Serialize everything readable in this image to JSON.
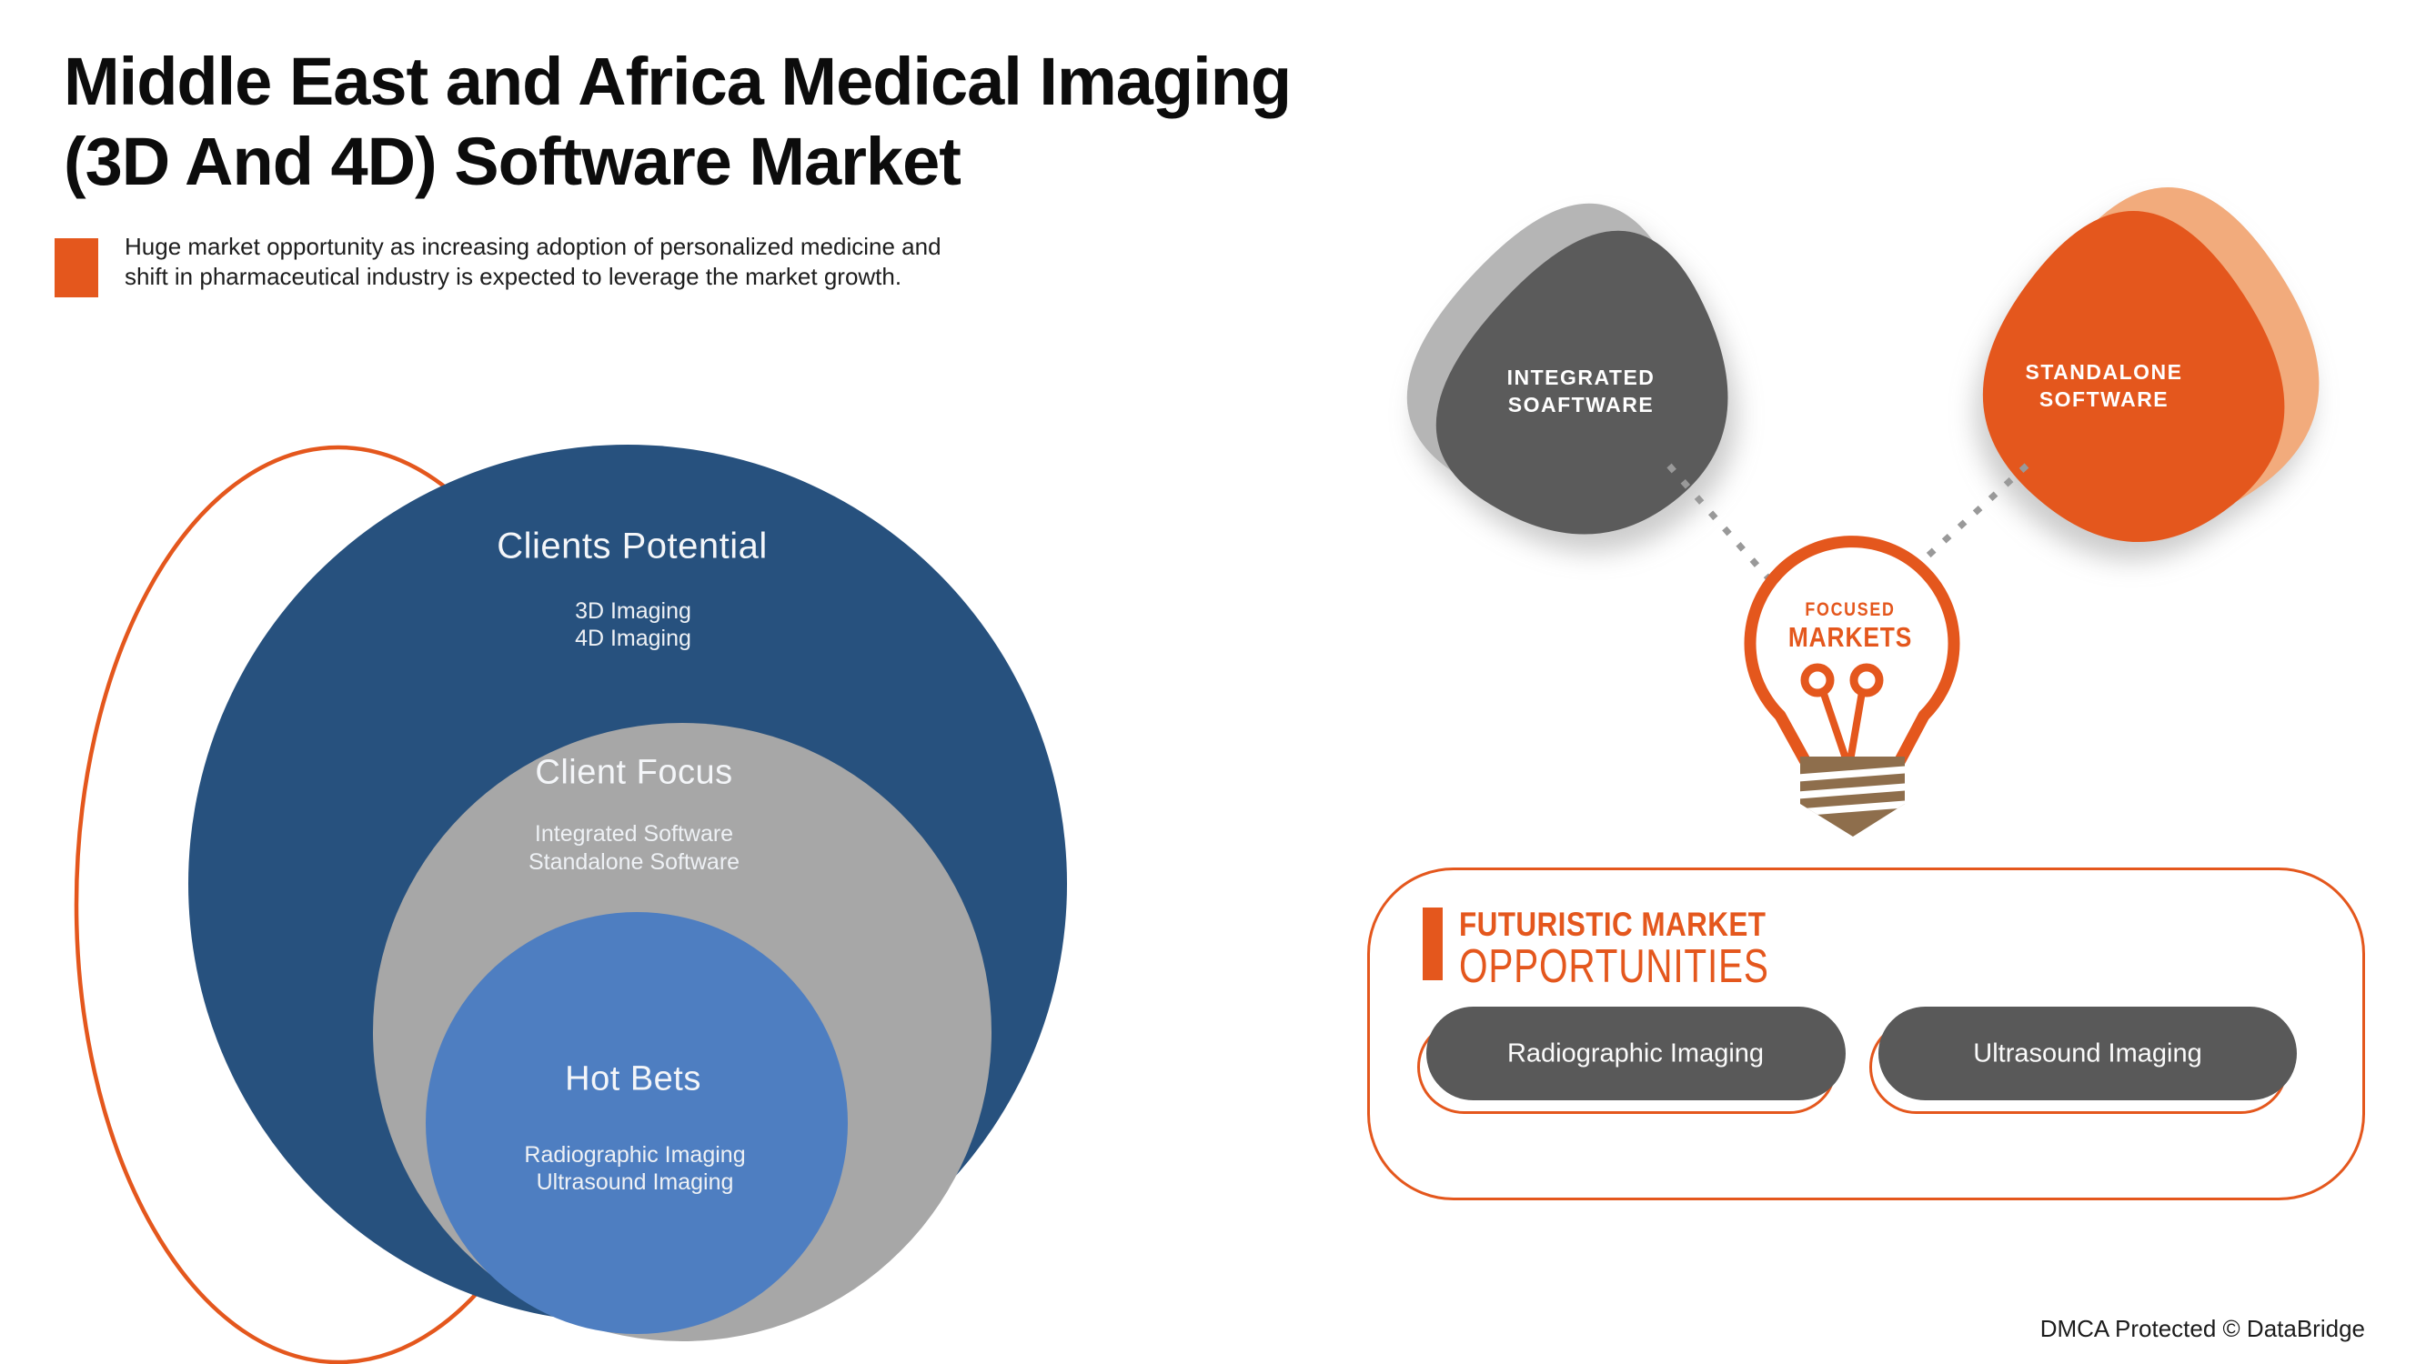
{
  "colors": {
    "orange": "#E4571D",
    "orange-light": "#F2AB7C",
    "blue": "#27517E",
    "gray": "#A7A7A7",
    "light-blue": "#4E7EC1",
    "blob-gray": "#5B5B5B",
    "shadow-gray": "#B5B5B5",
    "brown": "#8E6E4C",
    "dash": "#999999",
    "pill": "#595959",
    "ink": "#0C0C0C"
  },
  "header": {
    "title_line1": "Middle East and Africa Medical Imaging",
    "title_line2": "(3D And 4D) Software Market",
    "subtitle_line1": "Huge market opportunity as increasing adoption of personalized medicine and",
    "subtitle_line2": "shift in pharmaceutical industry is expected to leverage the market growth."
  },
  "venn": {
    "outer": {
      "title": "Clients Potential",
      "items": [
        "3D Imaging",
        "4D Imaging"
      ]
    },
    "middle": {
      "title": "Client Focus",
      "items": [
        "Integrated Software",
        "Standalone Software"
      ]
    },
    "inner": {
      "title": "Hot Bets",
      "items": [
        "Radiographic Imaging",
        "Ultrasound Imaging"
      ]
    }
  },
  "market_focus": {
    "left_shape": {
      "lines": [
        "INTEGRATED",
        "SOAFTWARE"
      ]
    },
    "right_shape": {
      "lines": [
        "STANDALONE",
        "SOFTWARE"
      ]
    },
    "bulb": {
      "lines": [
        "FOCUSED",
        "MARKETS"
      ]
    }
  },
  "opportunities_panel": {
    "heading_line1": "FUTURISTIC MARKET",
    "heading_line2": "OPPORTUNITIES",
    "pills": [
      "Radiographic Imaging",
      "Ultrasound Imaging"
    ]
  },
  "footer": {
    "dmca": "DMCA Protected © DataBridge"
  }
}
